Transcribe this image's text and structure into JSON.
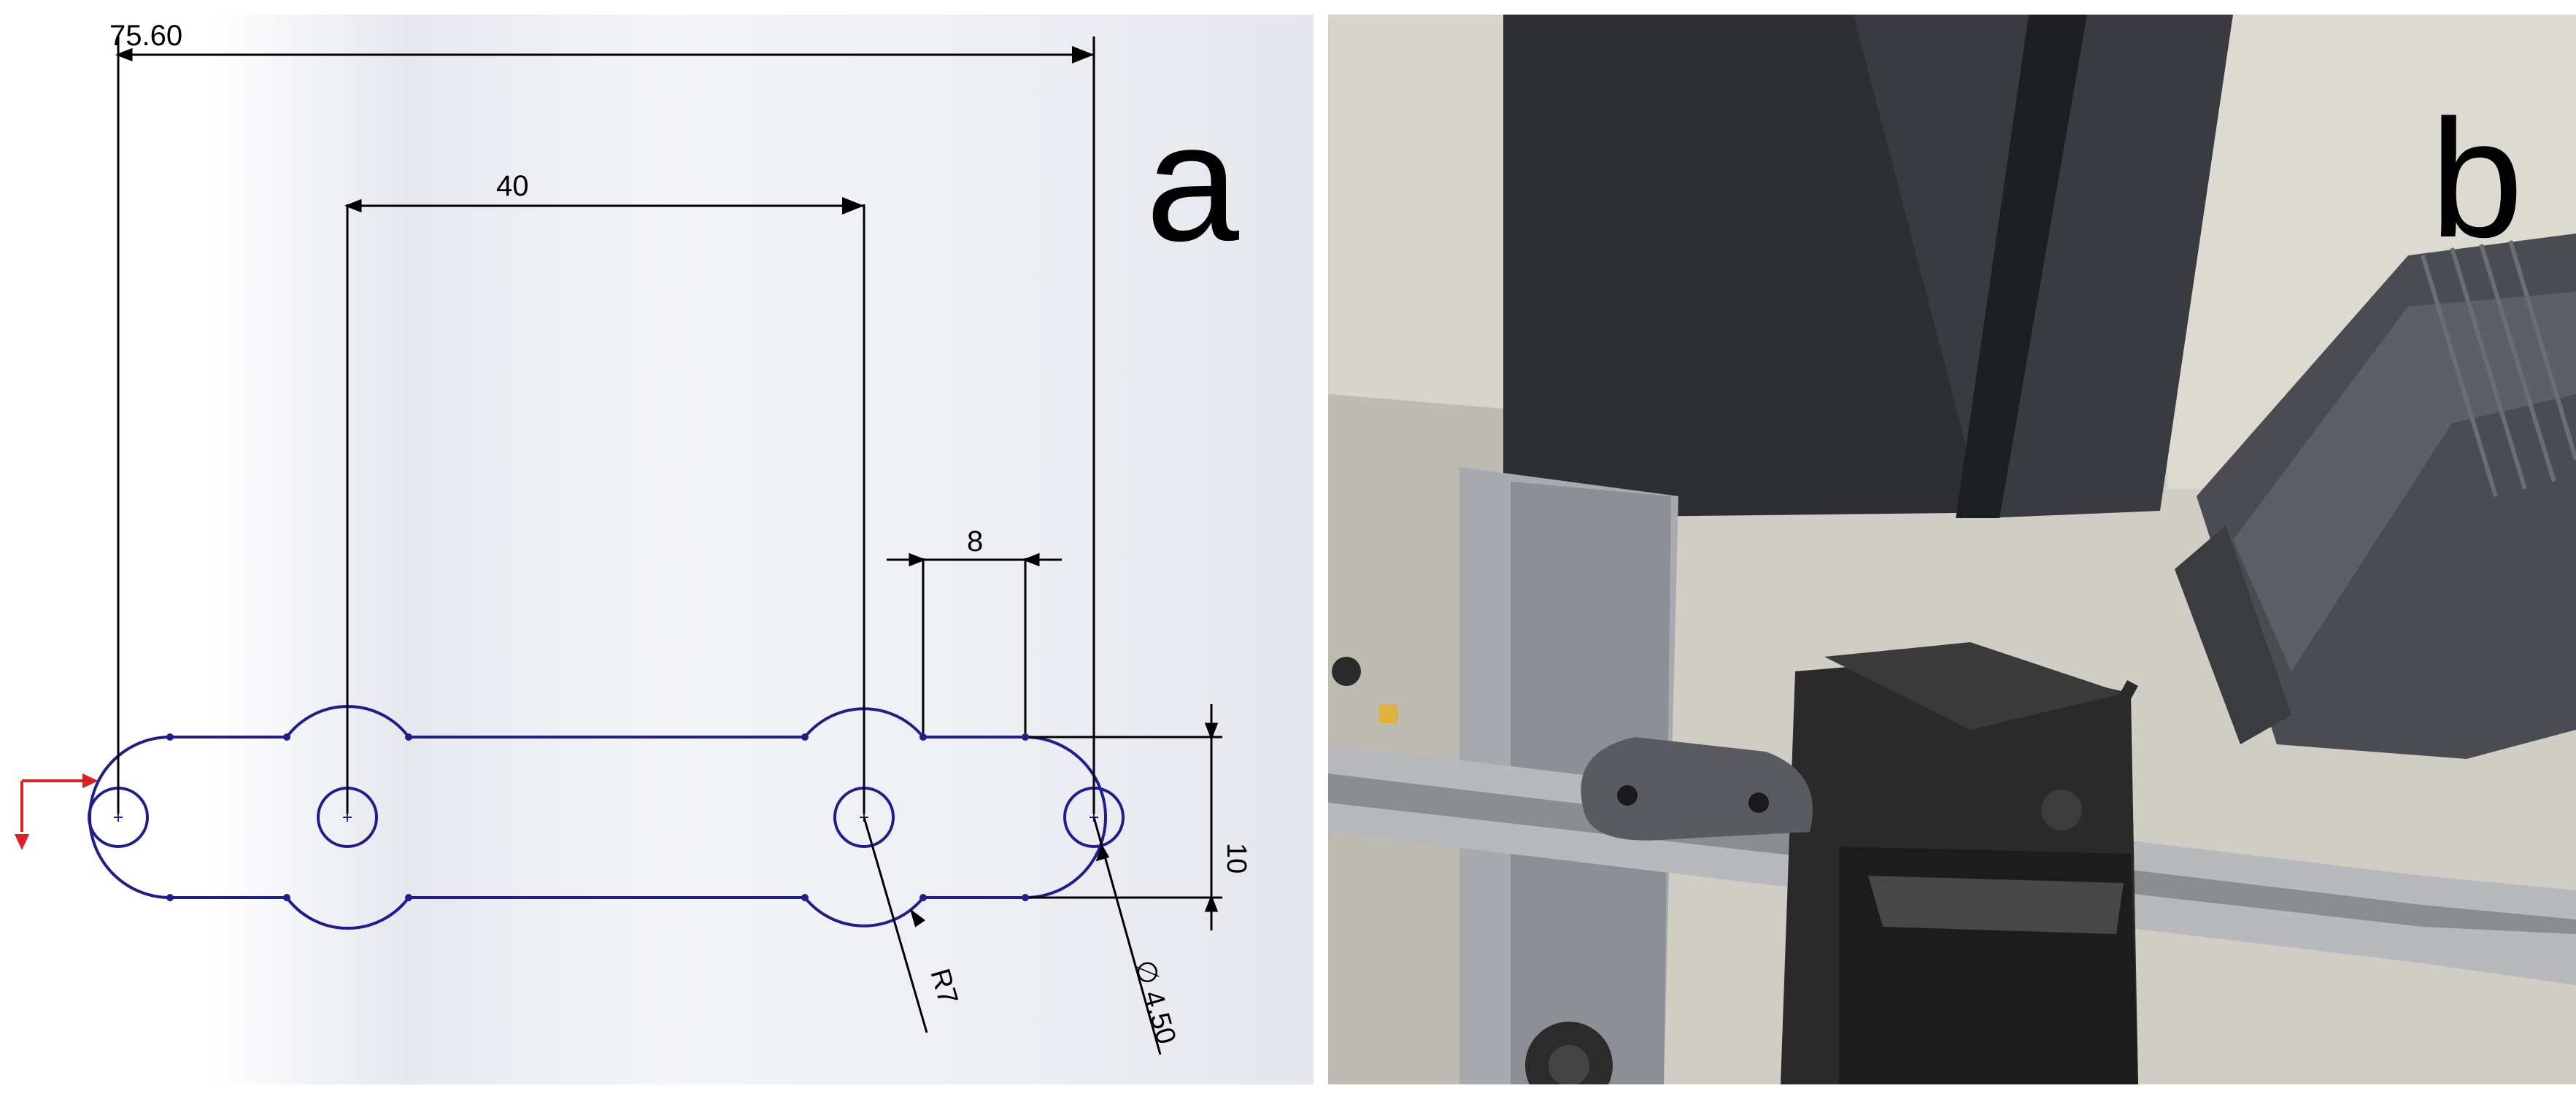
{
  "panel_a": {
    "label": "a",
    "dimensions": {
      "overall_length": "75.60",
      "pitch_inner": "40",
      "flat_width": "8",
      "thickness": "10",
      "radius": "R7",
      "hole_diameter": "∅ 4.50"
    }
  },
  "panel_b": {
    "label": "b"
  },
  "colors": {
    "profile": "#1e1e8c",
    "dimension_line": "#000000",
    "origin_arrow": "#e02020",
    "drill_chuck": "#4a4c52",
    "vise": "#2a2a2a"
  }
}
